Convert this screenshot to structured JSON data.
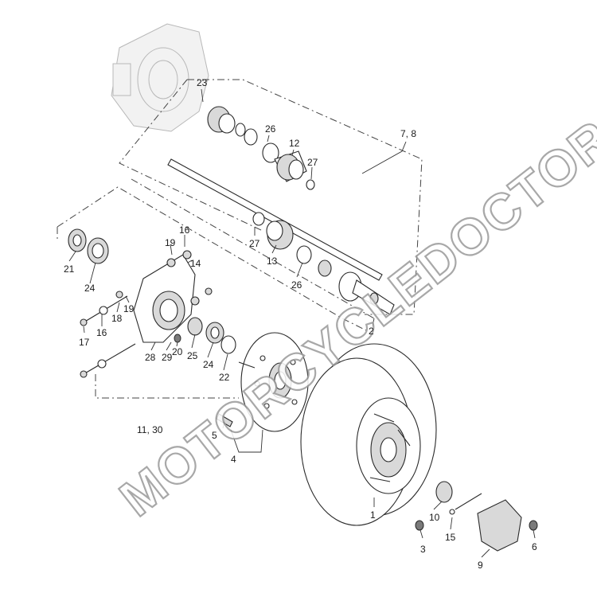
{
  "watermark": "MOTORCYCLEDOCTOR",
  "labels": {
    "group_7_8": "7, 8",
    "group_11_30": "11, 30",
    "p1": "1",
    "p2": "2",
    "p3": "3",
    "p4": "4",
    "p5": "5",
    "p6": "6",
    "p9": "9",
    "p10": "10",
    "p12": "12",
    "p13": "13",
    "p14": "14",
    "p15": "15",
    "p16a": "16",
    "p16b": "16",
    "p17": "17",
    "p18": "18",
    "p19a": "19",
    "p19b": "19",
    "p20": "20",
    "p21": "21",
    "p22": "22",
    "p23": "23",
    "p24a": "24",
    "p24b": "24",
    "p25": "25",
    "p26a": "26",
    "p26b": "26",
    "p27a": "27",
    "p27b": "27",
    "p28": "28",
    "p29": "29"
  }
}
